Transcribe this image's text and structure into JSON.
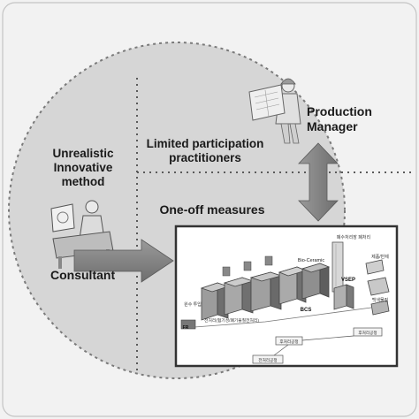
{
  "labels": {
    "production_manager": [
      "Production",
      "Manager"
    ],
    "limited_participation": [
      "Limited participation",
      "practitioners"
    ],
    "unrealistic": [
      "Unrealistic",
      "Innovative",
      "method"
    ],
    "one_off": "One-off measures",
    "consultant": "Consultant"
  },
  "process_labels": {
    "top_facility": "폐수처리장 폐처리",
    "bio_ceramic": "Bio-Ceramic",
    "right_1": "제품/반제",
    "right_2": "백색물질",
    "bcs": "BCS",
    "vsep": "VSEP",
    "left_small": "원수 투입",
    "bottom_line": "전처리(혐기성/폐기물질전처리)",
    "bottom_box_1": "후처리공정",
    "bottom_box_2": "후처리공정",
    "bottom_box_3": "전처리공정",
    "fr": "FR"
  },
  "colors": {
    "background": "#f2f2f2",
    "circle_fill": "#d9d9d9",
    "arrow_fill": "#7f7f7f",
    "dotted_line": "#555555"
  }
}
